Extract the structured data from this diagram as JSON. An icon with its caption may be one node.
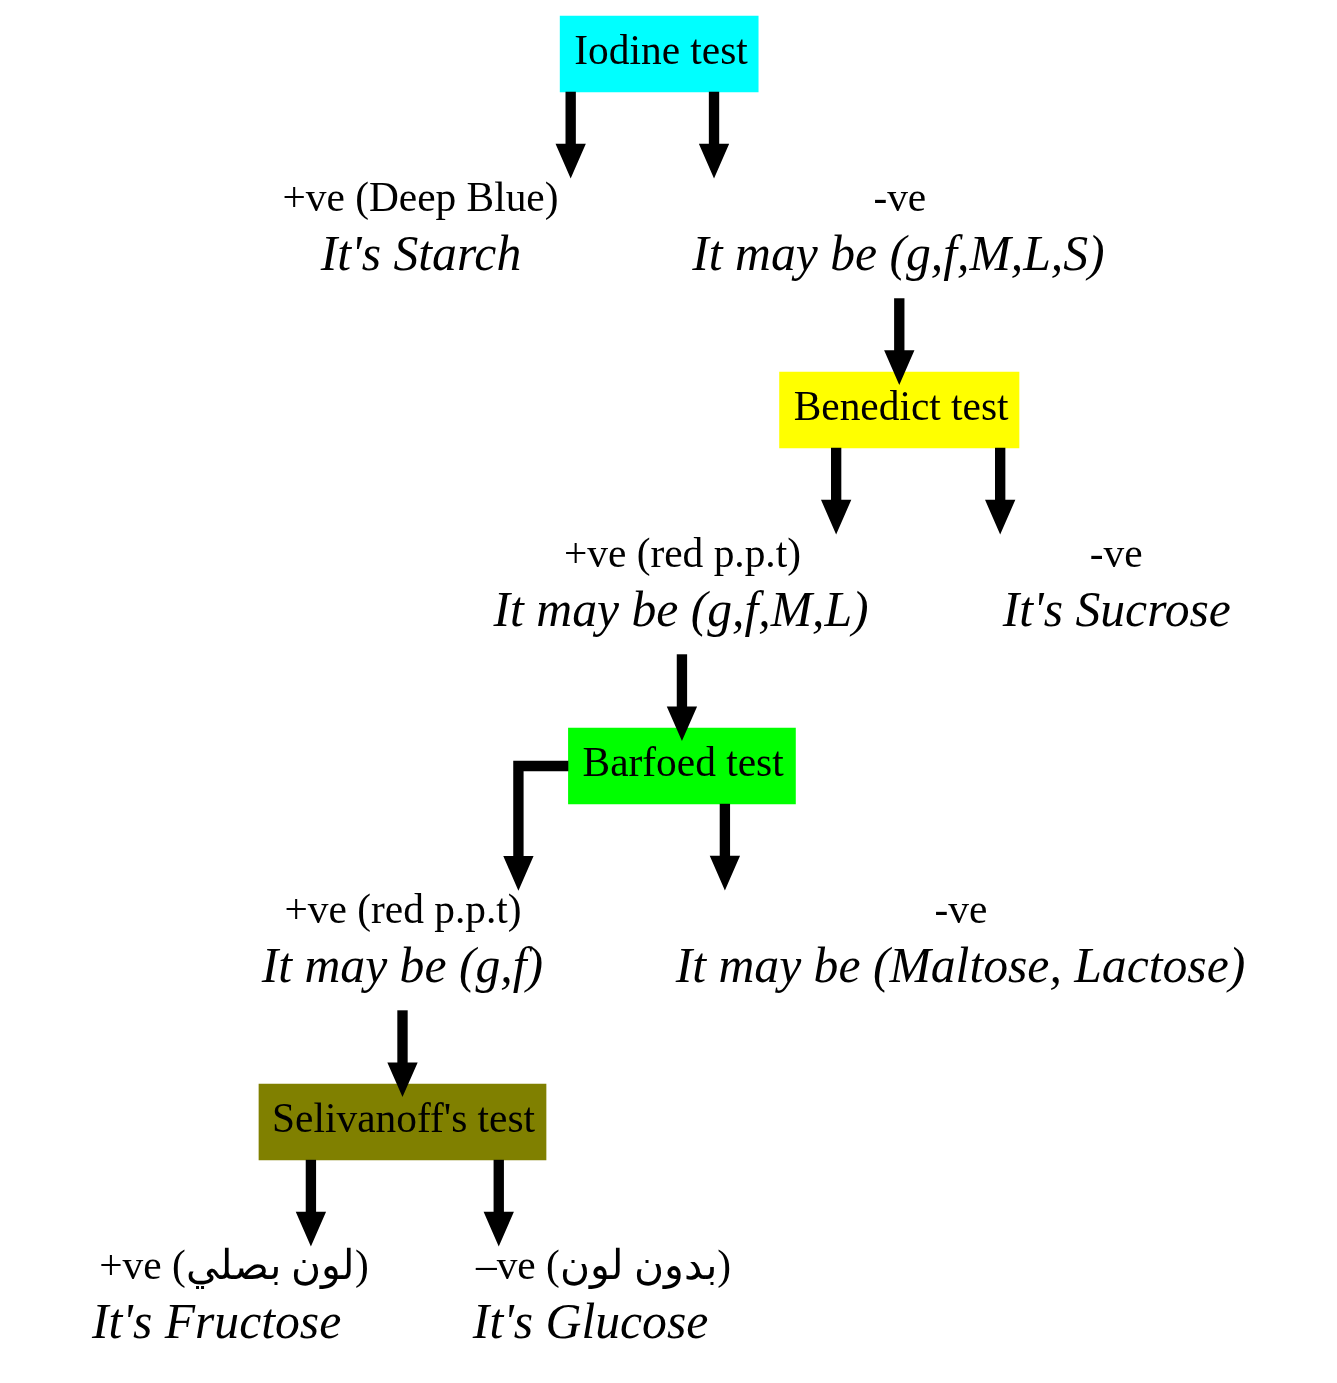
{
  "diagram": {
    "nodes": [
      {
        "text": [
          "Iodine test"
        ]
      },
      {
        "text": [
          "+ve (Deep Blue)",
          "It's Starch"
        ]
      },
      {
        "text": [
          "-ve",
          "It may be (g,f,M,L,S)"
        ]
      },
      {
        "text": [
          "Benedict test"
        ]
      },
      {
        "text": [
          "+ve (red p.p.t)",
          "It may be (g,f,M,L)"
        ]
      },
      {
        "text": [
          "-ve",
          "It's Sucrose"
        ]
      },
      {
        "text": [
          "Barfoed test"
        ]
      },
      {
        "text": [
          "+ve (red p.p.t)",
          "It may be (g,f)"
        ]
      },
      {
        "text": [
          "-ve",
          "It may be (Maltose, Lactose)"
        ]
      },
      {
        "text": [
          "Selivanoff's test"
        ]
      },
      {
        "text": [
          "+ve (لون بصلي)",
          "It's Fructose"
        ]
      },
      {
        "text": [
          "–ve (بدون لون)",
          "It's Glucose"
        ]
      }
    ],
    "edges": [
      {
        "from": 0,
        "to": 1,
        "arrow": "to"
      },
      {
        "from": 0,
        "to": 2,
        "arrow": "to"
      },
      {
        "from": 2,
        "to": 3,
        "arrow": "to"
      },
      {
        "from": 3,
        "to": 4,
        "arrow": "to"
      },
      {
        "from": 3,
        "to": 5,
        "arrow": "to"
      },
      {
        "from": 4,
        "to": 6,
        "arrow": "to"
      },
      {
        "from": 6,
        "to": 7,
        "arrow": "to"
      },
      {
        "from": 6,
        "to": 8,
        "arrow": "to"
      },
      {
        "from": 7,
        "to": 9,
        "arrow": "to"
      },
      {
        "from": 9,
        "to": 10,
        "arrow": "to"
      },
      {
        "from": 9,
        "to": 11,
        "arrow": "to"
      }
    ]
  }
}
